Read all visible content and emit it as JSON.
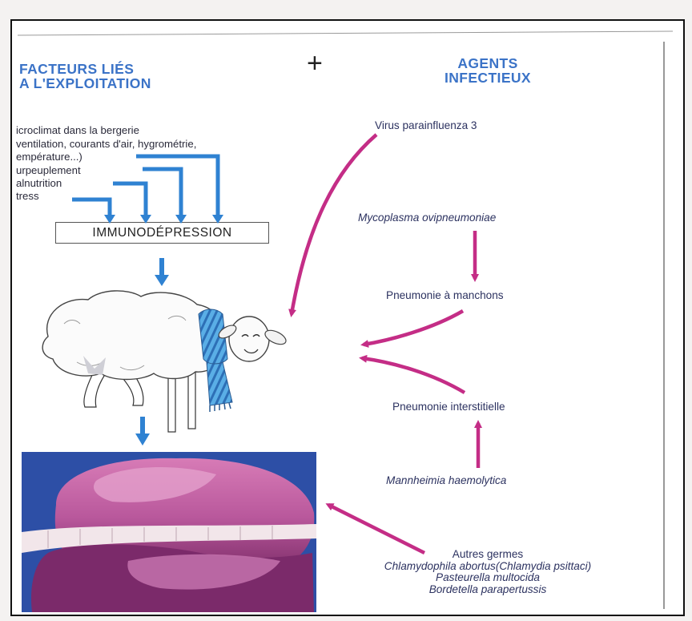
{
  "diagram": {
    "factors_title": [
      "FACTEURS LIÉS",
      "A L'EXPLOITATION"
    ],
    "plus_sign": "+",
    "agents_title": [
      "AGENTS",
      "INFECTIEUX"
    ],
    "factors": [
      "icroclimat dans la bergerie",
      "ventilation, courants d'air, hygrométrie,",
      "empérature...)",
      "urpeuplement",
      "alnutrition",
      "tress"
    ],
    "immuno_label": "IMMUNODÉPRESSION",
    "agents": {
      "virus": "Virus parainfluenza 3",
      "mycoplasma": "Mycoplasma ovipneumoniae",
      "pneumonie_manchons": "Pneumonie à manchons",
      "pneumonie_interstitielle": "Pneumonie interstitielle",
      "mannheimia": "Mannheimia haemolytica",
      "autres_germes": [
        "Autres germes",
        "Chlamydophila abortus(Chlamydia psittaci)",
        "Pasteurella multocida",
        "Bordetella parapertussis"
      ]
    },
    "colors": {
      "title_blue": "#3b73c7",
      "arrow_blue": "#2f82d2",
      "arrow_magenta": "#c42d86",
      "scarf_blue": "#5aaee6",
      "lung_pink": "#c06aa8"
    },
    "icons": [
      "sheep-with-scarf-illustration",
      "lung-photograph"
    ]
  }
}
